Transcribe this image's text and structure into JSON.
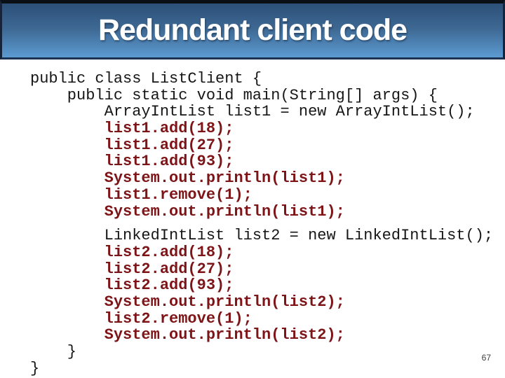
{
  "slide": {
    "title": "Redundant client code",
    "page_number": "67",
    "colors": {
      "banner_gradient_top": "#2c5078",
      "banner_gradient_bottom": "#5c9bd2",
      "banner_border": "#15243a",
      "code_text": "#161616",
      "code_highlight": "#7d1417",
      "background": "#ffffff",
      "title_text": "#ffffff"
    },
    "code": {
      "blocks": [
        {
          "gap_before": false,
          "lines": [
            {
              "text": "public class ListClient {",
              "highlight": false
            },
            {
              "text": "    public static void main(String[] args) {",
              "highlight": false
            },
            {
              "text": "        ArrayIntList list1 = new ArrayIntList();",
              "highlight": false
            },
            {
              "text": "        list1.add(18);",
              "highlight": true
            },
            {
              "text": "        list1.add(27);",
              "highlight": true
            },
            {
              "text": "        list1.add(93);",
              "highlight": true
            },
            {
              "text": "        System.out.println(list1);",
              "highlight": true
            },
            {
              "text": "        list1.remove(1);",
              "highlight": true
            },
            {
              "text": "        System.out.println(list1);",
              "highlight": true
            }
          ]
        },
        {
          "gap_before": true,
          "lines": [
            {
              "text": "        LinkedIntList list2 = new LinkedIntList();",
              "highlight": false
            },
            {
              "text": "        list2.add(18);",
              "highlight": true
            },
            {
              "text": "        list2.add(27);",
              "highlight": true
            },
            {
              "text": "        list2.add(93);",
              "highlight": true
            },
            {
              "text": "        System.out.println(list2);",
              "highlight": true
            },
            {
              "text": "        list2.remove(1);",
              "highlight": true
            },
            {
              "text": "        System.out.println(list2);",
              "highlight": true
            }
          ]
        },
        {
          "gap_before": false,
          "lines": [
            {
              "text": "    }",
              "highlight": false
            },
            {
              "text": "}",
              "highlight": false
            }
          ]
        }
      ]
    }
  }
}
